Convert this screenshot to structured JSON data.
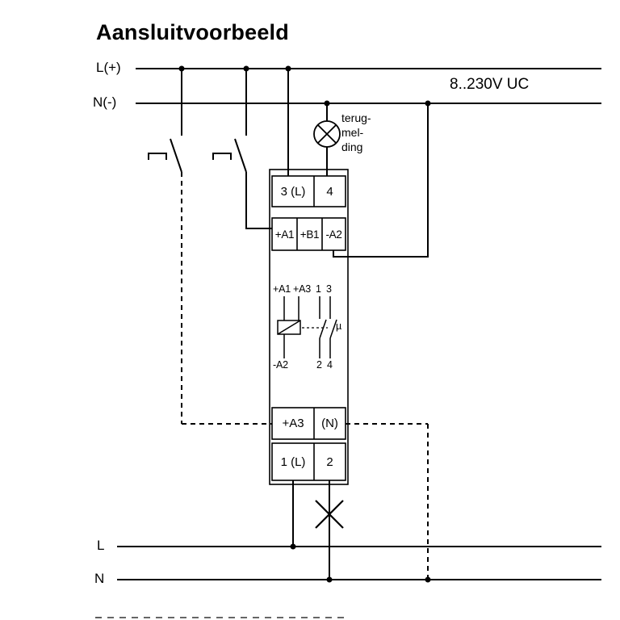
{
  "title": "Aansluitvoorbeeld",
  "power": {
    "line_top_label": "L(+)",
    "neutral_top_label": "N(-)",
    "voltage_label": "8..230V UC",
    "line_bottom_label": "L",
    "neutral_bottom_label": "N"
  },
  "feedback_lamp": {
    "label_lines": [
      "terug-",
      "mel-",
      "ding"
    ]
  },
  "module": {
    "terminals": {
      "top_row1": [
        "3 (L)",
        "4"
      ],
      "top_row2": [
        "+A1",
        "+B1",
        "-A2"
      ],
      "bottom_row1": [
        "+A3",
        "(N)"
      ],
      "bottom_row2": [
        "1 (L)",
        "2"
      ]
    },
    "internal": {
      "top_labels": [
        "+A1",
        "+A3",
        "1",
        "3"
      ],
      "coil_bottom_label": "-A2",
      "contact_bottom_labels": [
        "2",
        "4"
      ],
      "contact_type_symbol": "µ"
    }
  },
  "colors": {
    "ink": "#000000",
    "background": "#ffffff"
  }
}
